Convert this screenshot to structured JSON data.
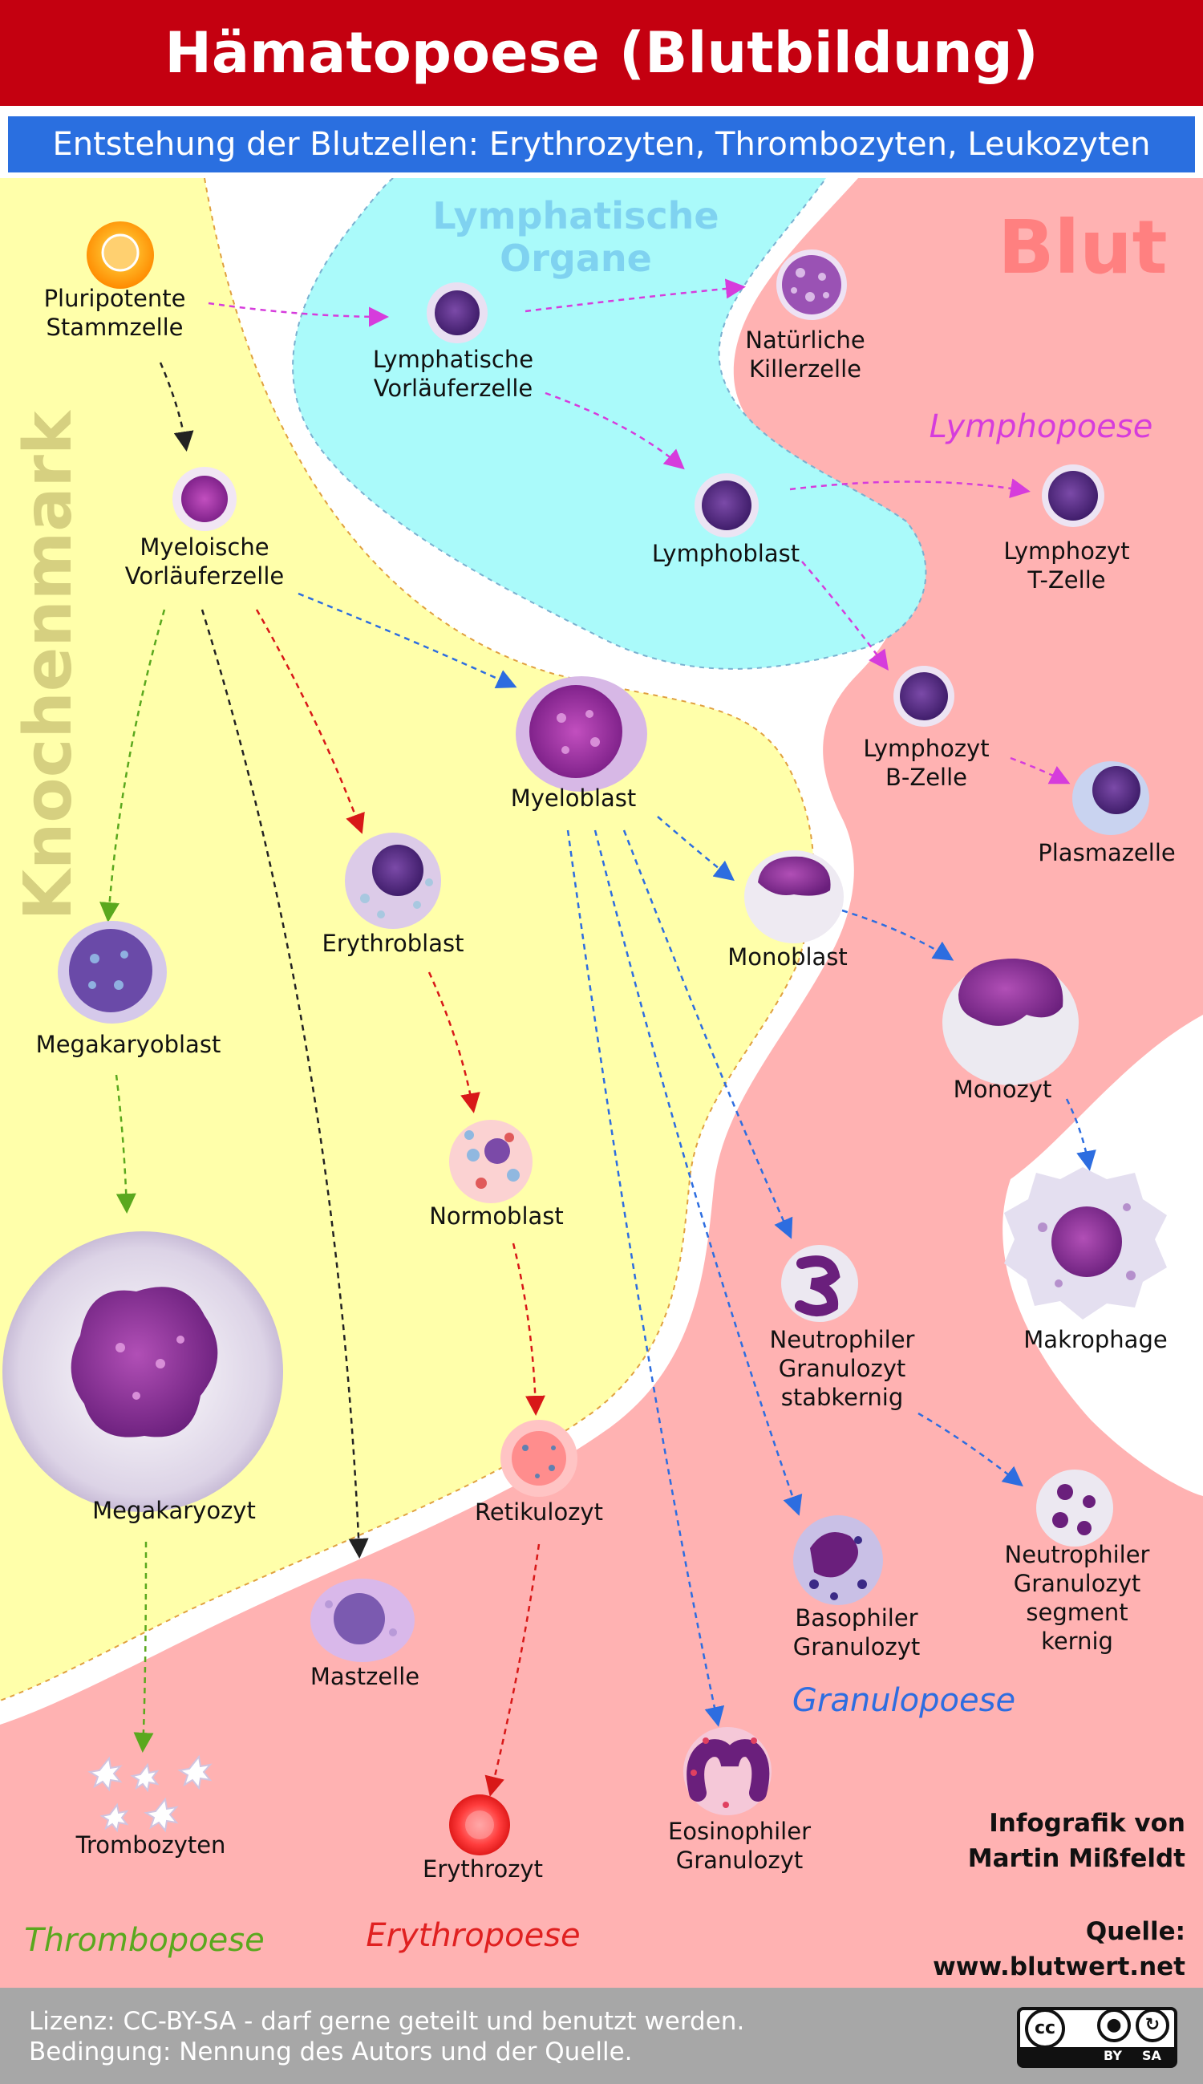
{
  "title": "Hämatopoese (Blutbildung)",
  "subtitle": "Entstehung der Blutzellen: Erythrozyten, Thrombozyten, Leukozyten",
  "regions": {
    "blood": "Blut",
    "bone_marrow": "Knochenmark",
    "lymphatic_line1": "Lymphatische",
    "lymphatic_line2": "Organe"
  },
  "processes": {
    "lymphopoese": "Lymphopoese",
    "granulopoese": "Granulopoese",
    "thrombopoese": "Thrombopoese",
    "erythropoese": "Erythropoese"
  },
  "cells": {
    "stem": [
      "Pluripotente",
      "Stammzelle"
    ],
    "lymph_prog": [
      "Lymphatische",
      "Vorläuferzelle"
    ],
    "nk": [
      "Natürliche",
      "Killerzelle"
    ],
    "myeloid_prog": [
      "Myeloische",
      "Vorläuferzelle"
    ],
    "lymphoblast": [
      "Lymphoblast"
    ],
    "t_cell": [
      "Lymphozyt",
      "T-Zelle"
    ],
    "b_cell": [
      "Lymphozyt",
      "B-Zelle"
    ],
    "plasma": [
      "Plasmazelle"
    ],
    "myeloblast": [
      "Myeloblast"
    ],
    "monoblast": [
      "Monoblast"
    ],
    "monocyte": [
      "Monozyt"
    ],
    "macrophage": [
      "Makrophage"
    ],
    "erythroblast": [
      "Erythroblast"
    ],
    "megakaryoblast": [
      "Megakaryoblast"
    ],
    "normoblast": [
      "Normoblast"
    ],
    "neutro_band": [
      "Neutrophiler",
      "Granulozyt",
      "stabkernig"
    ],
    "megakaryocyte": [
      "Megakaryozyt"
    ],
    "reticulocyte": [
      "Retikulozyt"
    ],
    "neutro_seg": [
      "Neutrophiler",
      "Granulozyt",
      "segment",
      "kernig"
    ],
    "basophil": [
      "Basophiler",
      "Granulozyt"
    ],
    "mast": [
      "Mastzelle"
    ],
    "thrombocytes": [
      "Trombozyten"
    ],
    "erythrocyte": [
      "Erythrozyt"
    ],
    "eosinophil": [
      "Eosinophiler",
      "Granulozyt"
    ]
  },
  "credit": [
    "Infografik von",
    "Martin Mißfeldt"
  ],
  "source": [
    "Quelle:",
    "www.blutwert.net"
  ],
  "footer": {
    "license": "Lizenz: CC-BY-SA - darf gerne geteilt und benutzt werden.",
    "condition": "Bedingung: Nennung des Autors und der Quelle."
  },
  "license_badge": {
    "cc": "cc",
    "by": "BY",
    "sa": "SA"
  },
  "colors": {
    "header_red": "#c40010",
    "subtitle_blue": "#2a6fe0",
    "blood_pink": "#ffb2b2",
    "marrow_yellow": "#ffffaa",
    "lymph_cyan": "#aafafa",
    "footer_gray": "#a7a7a7",
    "lymphopoese": "#d63cdc",
    "granulopoese": "#2d6de0",
    "thrombopoese": "#5aa81e",
    "erythropoese": "#e02020"
  }
}
